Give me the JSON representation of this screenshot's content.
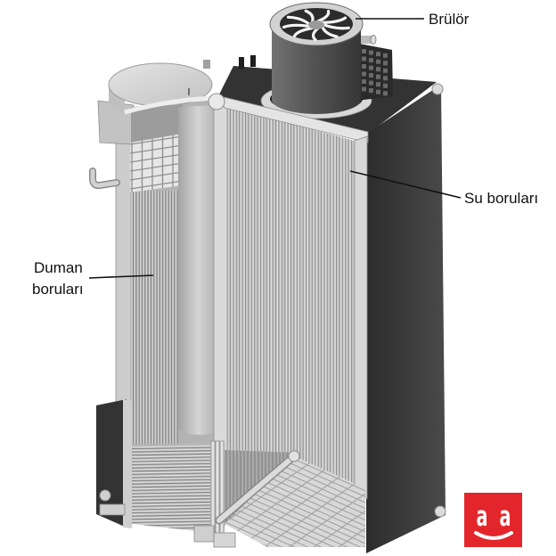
{
  "labels": {
    "burner": "Brülör",
    "water_tubes": "Su boruları",
    "smoke_tubes": [
      "Duman",
      "boruları"
    ]
  },
  "logo": {
    "letters": [
      "a",
      "a"
    ],
    "background_color": "#e3262b",
    "foreground_color": "#ffffff"
  },
  "colors": {
    "label_text": "#111111",
    "leader_line": "#111111",
    "casing_dark": "#333333"
  }
}
